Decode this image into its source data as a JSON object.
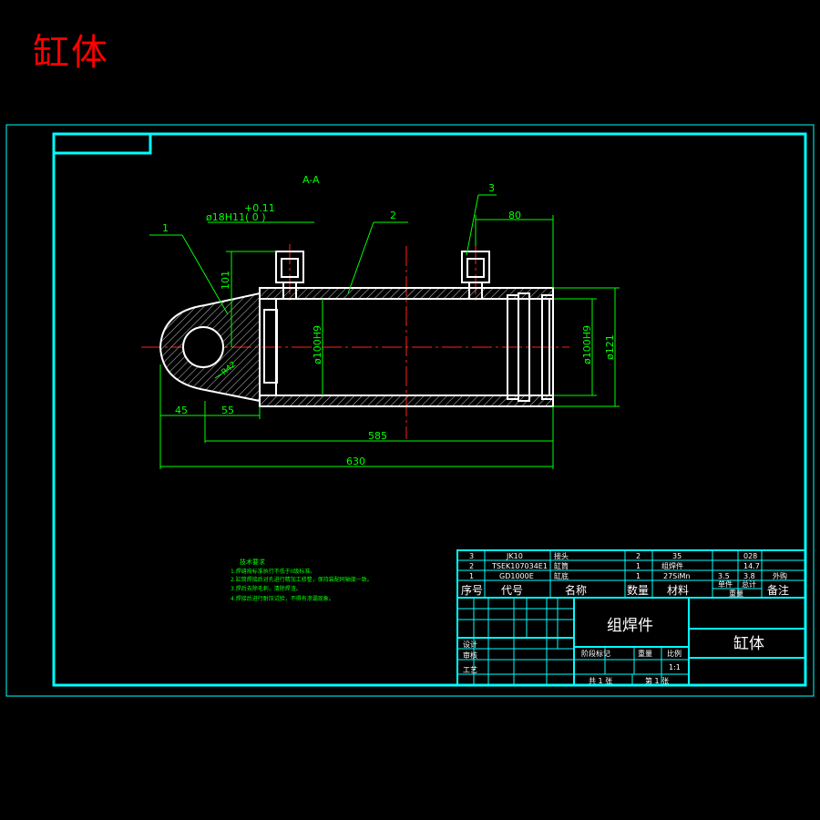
{
  "title": "缸体",
  "section_label": "A-A",
  "balloons": [
    "1",
    "2",
    "3"
  ],
  "dimensions": {
    "pin_hole": "ø18H11(  0  )",
    "pin_hole_tol": "+0.11",
    "d80": "80",
    "d101": "101",
    "d45": "45",
    "d55": "55",
    "d585": "585",
    "d630": "630",
    "bore": "ø100H9",
    "bore_right": "ø100H9",
    "outer": "ø121",
    "radius": "R42"
  },
  "notes": {
    "heading": "技术要求",
    "lines": [
      "1.焊缝按标准执行不低于II级标准。",
      "2.缸筒焊接后对孔进行精加工修整，保持装配同轴度一致。",
      "3.焊后去除毛刺，清除焊渣。",
      "4.焊接后进行耐压试验，不得有渗漏现象。"
    ]
  },
  "parts_list": {
    "rows": [
      {
        "no": "3",
        "code": "JK10",
        "name": "接头",
        "qty": "2",
        "material": "35",
        "unit_w": "028",
        "total_w": "",
        "remark": ""
      },
      {
        "no": "2",
        "code": "TSEK107034E1",
        "name": "缸筒",
        "qty": "1",
        "material": "组焊件",
        "unit_w": "14.7",
        "total_w": "",
        "remark": ""
      },
      {
        "no": "1",
        "code": "GD1000E",
        "name": "缸底",
        "qty": "1",
        "material": "27SiMn",
        "unit_w": "3.5",
        "total_w": "3.8",
        "remark": "外购"
      }
    ],
    "headers": {
      "no": "序号",
      "code": "代号",
      "name": "名称",
      "qty": "数量",
      "material": "材料",
      "single": "单件",
      "total": "总计",
      "weight": "重量",
      "remark": "备注"
    }
  },
  "title_block": {
    "material_name": "组焊件",
    "drawing_name": "缸体",
    "scale": "1:1",
    "sheet_total": "共 1 张",
    "sheet_no": "第 1 张",
    "row_labels": [
      "设计",
      "审核",
      "工艺"
    ],
    "col_labels": [
      "阶段标记",
      "重量",
      "比例"
    ]
  }
}
